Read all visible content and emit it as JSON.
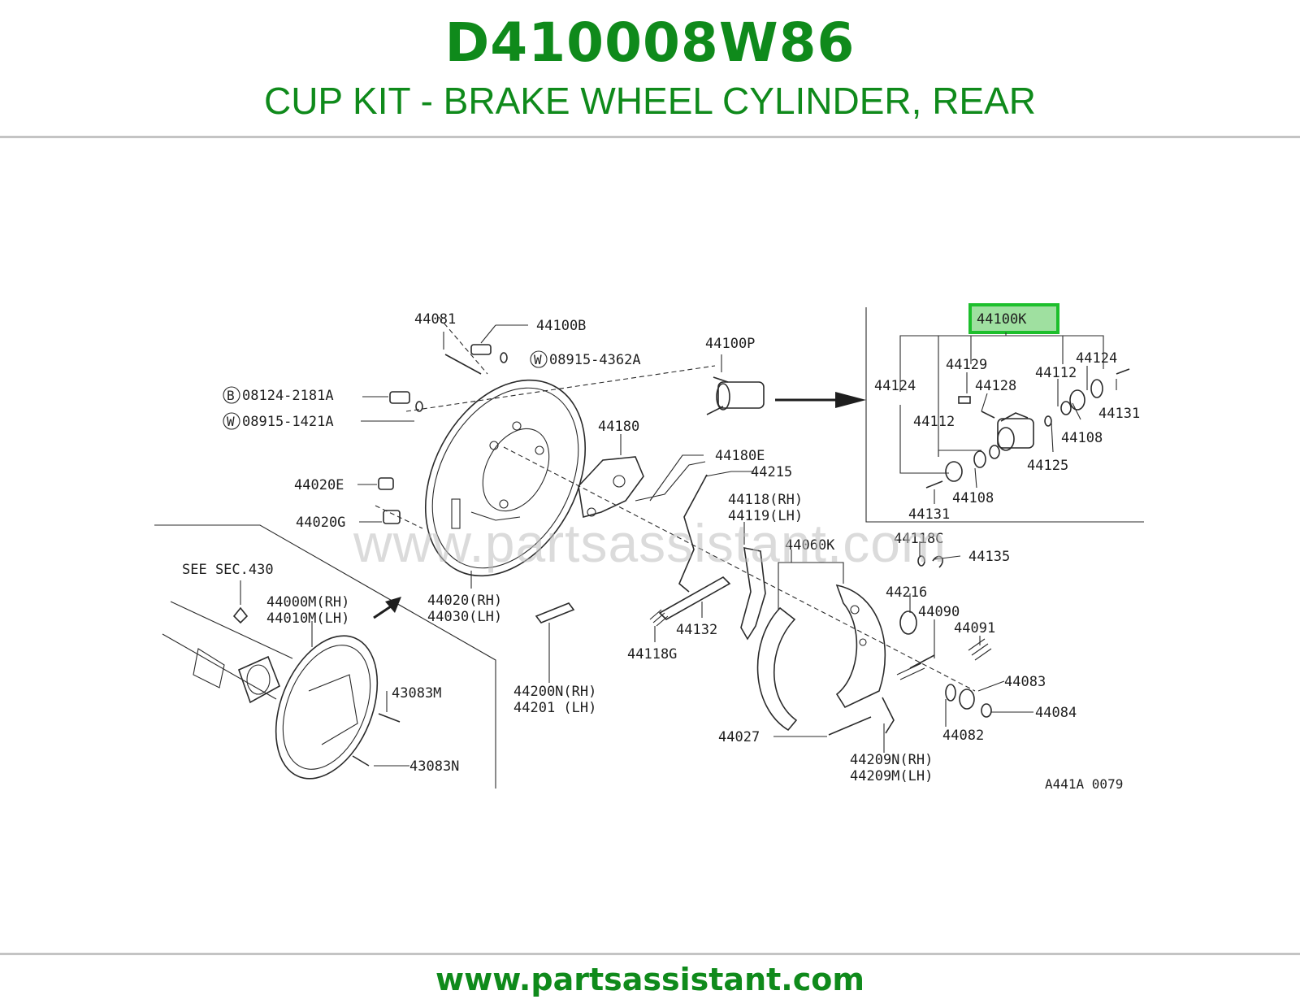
{
  "header": {
    "part_number": "D410008W86",
    "description": "CUP KIT - BRAKE WHEEL CYLINDER, REAR"
  },
  "diagram": {
    "watermark": "www.partsassistant.com",
    "code": "A441A 0079",
    "highlight": {
      "label": "44100K",
      "color": "#1dbf2c",
      "fill": "#9fe0a0"
    },
    "labels": {
      "l44081": "44081",
      "l44100B": "44100B",
      "l44100P": "44100P",
      "lW089154362A": "08915-4362A",
      "lB081242181A": "08124-2181A",
      "lW089151421A": "08915-1421A",
      "l44020E": "44020E",
      "l44020G": "44020G",
      "l44180": "44180",
      "l44180E": "44180E",
      "l44215": "44215",
      "l44118RH": "44118(RH)",
      "l44119LH": "44119(LH)",
      "l44060K": "44060K",
      "l44118C": "44118C",
      "l44135": "44135",
      "l44216": "44216",
      "l44090": "44090",
      "l44091": "44091",
      "l44083": "44083",
      "l44084": "44084",
      "l44082": "44082",
      "l44027": "44027",
      "l44209N": "44209N(RH)",
      "l44209M": "44209M(LH)",
      "l44132": "44132",
      "l44118G": "44118G",
      "l44200N": "44200N(RH)",
      "l44201": "44201  (LH)",
      "l44020RH": "44020(RH)",
      "l44030LH": "44030(LH)",
      "lSeeSec": "SEE SEC.430",
      "l44000M": "44000M(RH)",
      "l44010M": "44010M(LH)",
      "l43083M": "43083M",
      "l43083N": "43083N",
      "l44124a": "44124",
      "l44124b": "44124",
      "l44129": "44129",
      "l44128": "44128",
      "l44112a": "44112",
      "l44112b": "44112",
      "l44131a": "44131",
      "l44131b": "44131",
      "l44108a": "44108",
      "l44108b": "44108",
      "l44125": "44125",
      "prefixB": "B",
      "prefixW1": "W",
      "prefixW2": "W"
    }
  },
  "footer": {
    "url": "www.partsassistant.com"
  }
}
